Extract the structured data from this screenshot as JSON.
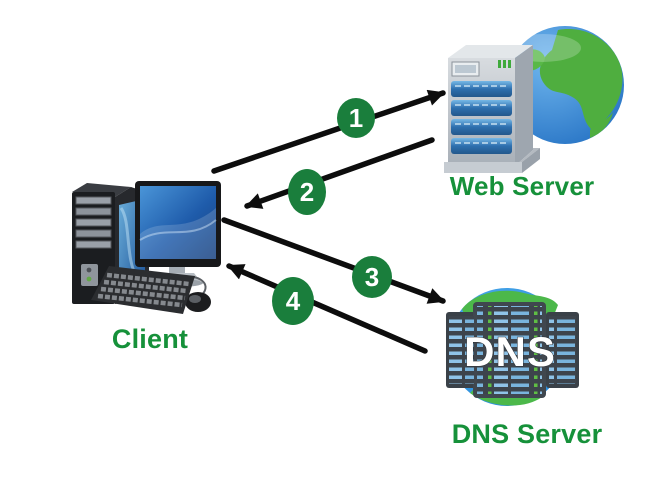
{
  "diagram": {
    "nodes": {
      "client": {
        "label": "Client",
        "icon": "desktop-computer-icon"
      },
      "web_server": {
        "label": "Web Server",
        "icon": "server-tower-globe-icon"
      },
      "dns_server": {
        "label": "DNS Server",
        "icon": "dns-rack-globe-icon",
        "icon_text": "DNS"
      }
    },
    "steps": [
      {
        "number": "1",
        "from": "Client",
        "to": "Web Server"
      },
      {
        "number": "2",
        "from": "Web Server",
        "to": "Client"
      },
      {
        "number": "3",
        "from": "Client",
        "to": "DNS Server"
      },
      {
        "number": "4",
        "from": "DNS Server",
        "to": "Client"
      }
    ],
    "colors": {
      "label_green": "#16913a",
      "badge_green": "#1a7e3c",
      "arrow_black": "#0d0d0d"
    }
  }
}
